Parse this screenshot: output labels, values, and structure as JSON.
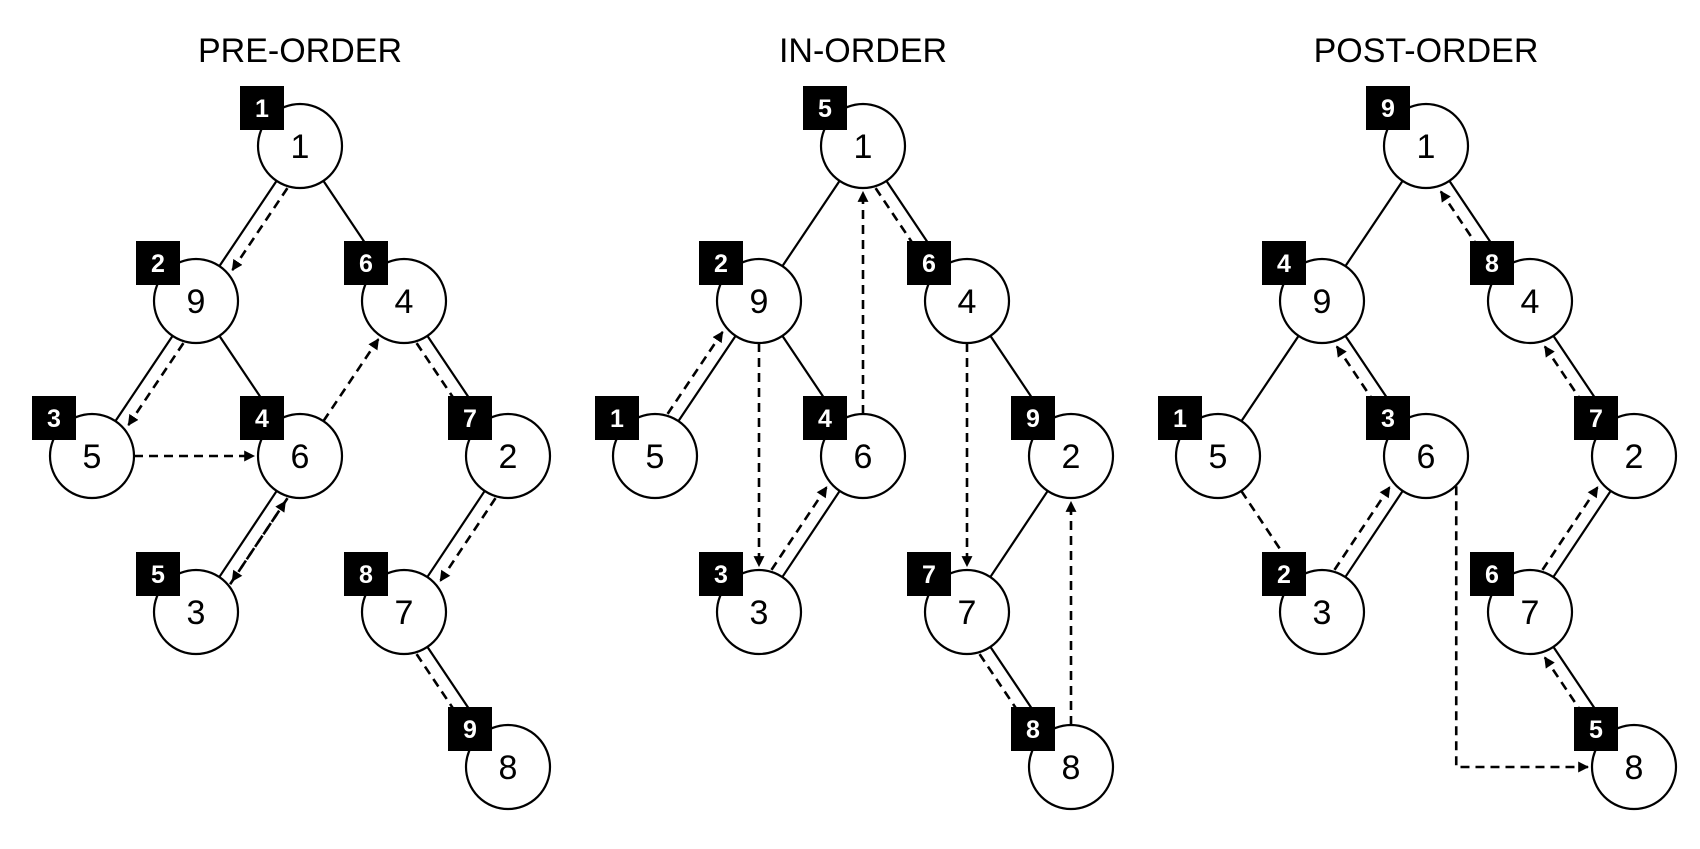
{
  "panels": [
    {
      "title": "PRE-ORDER",
      "nodes": [
        {
          "id": "1",
          "label": "1",
          "order": "1"
        },
        {
          "id": "9",
          "label": "9",
          "order": "2"
        },
        {
          "id": "4",
          "label": "4",
          "order": "6"
        },
        {
          "id": "5",
          "label": "5",
          "order": "3"
        },
        {
          "id": "6",
          "label": "6",
          "order": "4"
        },
        {
          "id": "2",
          "label": "2",
          "order": "7"
        },
        {
          "id": "3",
          "label": "3",
          "order": "5"
        },
        {
          "id": "7",
          "label": "7",
          "order": "8"
        },
        {
          "id": "8",
          "label": "8",
          "order": "9"
        }
      ]
    },
    {
      "title": "IN-ORDER",
      "nodes": [
        {
          "id": "1",
          "label": "1",
          "order": "5"
        },
        {
          "id": "9",
          "label": "9",
          "order": "2"
        },
        {
          "id": "4",
          "label": "4",
          "order": "6"
        },
        {
          "id": "5",
          "label": "5",
          "order": "1"
        },
        {
          "id": "6",
          "label": "6",
          "order": "4"
        },
        {
          "id": "2",
          "label": "2",
          "order": "9"
        },
        {
          "id": "3",
          "label": "3",
          "order": "3"
        },
        {
          "id": "7",
          "label": "7",
          "order": "7"
        },
        {
          "id": "8",
          "label": "8",
          "order": "8"
        }
      ]
    },
    {
      "title": "POST-ORDER",
      "nodes": [
        {
          "id": "1",
          "label": "1",
          "order": "9"
        },
        {
          "id": "9",
          "label": "9",
          "order": "4"
        },
        {
          "id": "4",
          "label": "4",
          "order": "8"
        },
        {
          "id": "5",
          "label": "5",
          "order": "1"
        },
        {
          "id": "6",
          "label": "6",
          "order": "3"
        },
        {
          "id": "2",
          "label": "2",
          "order": "7"
        },
        {
          "id": "3",
          "label": "3",
          "order": "2"
        },
        {
          "id": "7",
          "label": "7",
          "order": "6"
        },
        {
          "id": "8",
          "label": "8",
          "order": "5"
        }
      ]
    }
  ],
  "tree_edges": [
    [
      "1",
      "9"
    ],
    [
      "1",
      "4"
    ],
    [
      "9",
      "5"
    ],
    [
      "9",
      "6"
    ],
    [
      "6",
      "3"
    ],
    [
      "4",
      "2"
    ],
    [
      "2",
      "7"
    ],
    [
      "7",
      "8"
    ]
  ],
  "colors": {
    "ink": "#000000",
    "background": "#ffffff",
    "badge_text": "#ffffff"
  }
}
